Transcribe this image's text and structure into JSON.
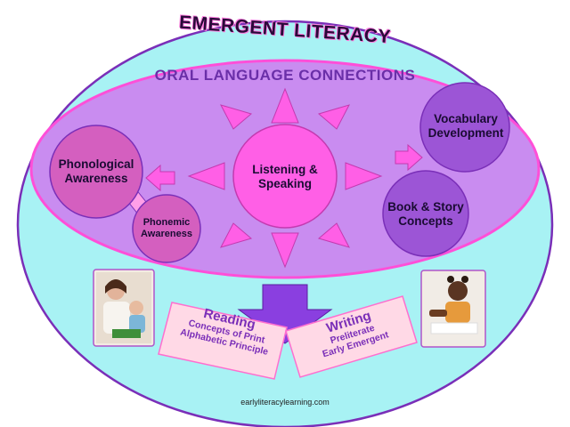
{
  "title": "EMERGENT LITERACY",
  "subtitle": "ORAL LANGUAGE CONNECTIONS",
  "nodes": {
    "center": "Listening & Speaking",
    "phonological": "Phonological Awareness",
    "phonemic": "Phonemic Awareness",
    "vocabulary": "Vocabulary Development",
    "book_story": "Book & Story Concepts"
  },
  "reading": {
    "heading": "Reading",
    "lines": [
      "Concepts of Print",
      "Alphabetic Principle"
    ]
  },
  "writing": {
    "heading": "Writing",
    "lines": [
      "Preliterate",
      "Early Emergent"
    ]
  },
  "footer": "earlyliteracylearning.com",
  "colors": {
    "outer_fill": "#a8f2f4",
    "outer_stroke": "#7a2fb8",
    "inner_fill": "#c98cf0",
    "inner_stroke": "#ff4fd8",
    "sun_fill": "#ff5fe6",
    "circle_pink": "#d45fbf",
    "circle_purple": "#9c55d6",
    "big_arrow": "#8a3fe0",
    "card_fill": "#ffd9e6"
  },
  "icons": {
    "left_photo": "mother-and-child-reading-photo",
    "right_photo": "child-writing-photo",
    "small_arrows": "arrow-icon"
  }
}
